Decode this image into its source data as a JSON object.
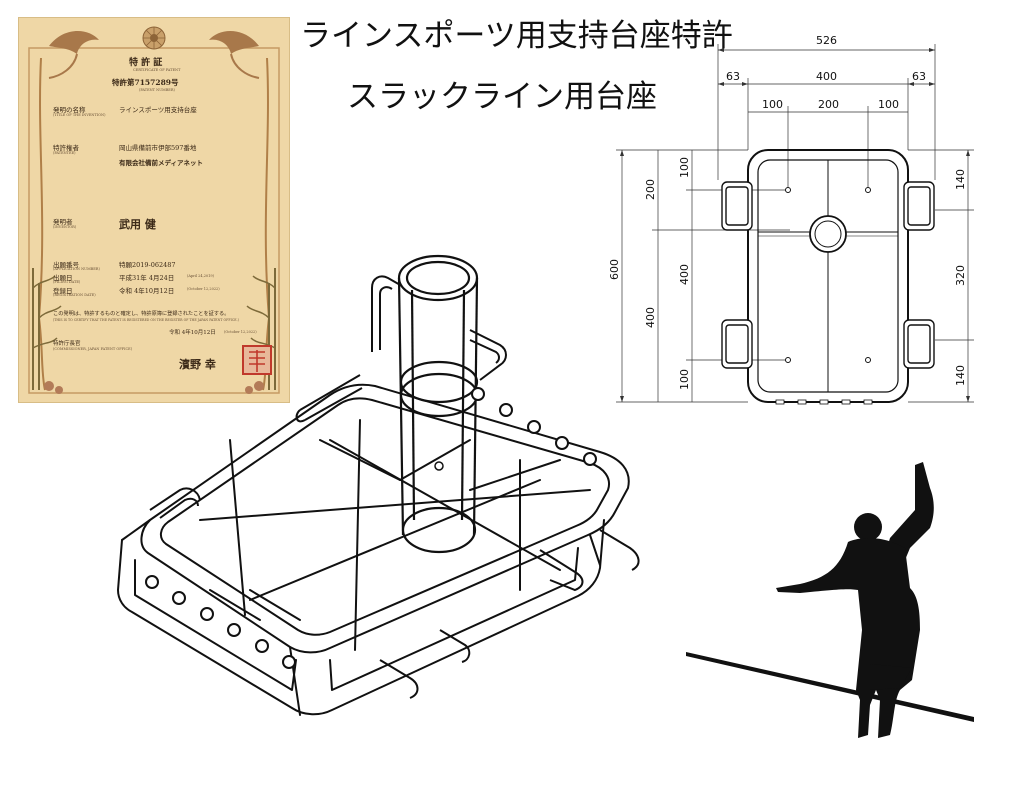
{
  "titles": {
    "line1": "ラインスポーツ用支持台座特許",
    "line2": "スラックライン用台座"
  },
  "certificate": {
    "heading": "特 許 証",
    "heading_en": "CERTIFICATE OF PATENT",
    "number": "特許第7157289号",
    "number_en": "(PATENT NUMBER)",
    "invention_label": "発明の名称",
    "invention_label_en": "(TITLE OF THE INVENTION)",
    "invention_value": "ラインスポーツ用支持台座",
    "holder_label": "特許権者",
    "holder_label_en": "(PATENTEE)",
    "holder_address": "岡山県備前市伊部597番地",
    "holder_name": "有限会社備前メディアネット",
    "inventor_label": "発明者",
    "inventor_label_en": "(INVENTOR)",
    "inventor_value": "武用 健",
    "app_no_label": "出願番号",
    "app_no_label_en": "(APPLICATION NUMBER)",
    "app_no_value": "特願2019-062487",
    "filing_label": "出願日",
    "filing_label_en": "(FILING DATE)",
    "filing_value": "平成31年 4月24日",
    "filing_value_en": "(April 24,2019)",
    "reg_label": "登録日",
    "reg_label_en": "(REGISTRATION DATE)",
    "reg_value": "令和 4年10月12日",
    "reg_value_en": "(October 12,2022)",
    "statement": "この発明は、特許するものと確定し、特許原簿に登録されたことを証する。",
    "statement_en": "(THIS IS TO CERTIFY THAT THE PATENT IS REGISTERED ON THE REGISTER OF THE JAPAN PATENT OFFICE.)",
    "date_bottom": "令和 4年10月12日",
    "date_bottom_en": "(October 12,2022)",
    "commissioner_label": "特許庁長官",
    "commissioner_label_en": "(COMMISSIONER, JAPAN PATENT OFFICE)",
    "commissioner_name": "濱野 幸"
  },
  "drawing": {
    "dims": {
      "total_width": "526",
      "left_margin": "63",
      "inner_width": "400",
      "right_margin": "63",
      "seg_left": "100",
      "seg_mid": "200",
      "seg_right": "100",
      "total_height": "600",
      "left_top": "200",
      "left_bottom": "400",
      "inner_top": "100",
      "inner_mid": "400",
      "inner_bottom": "100",
      "right_top": "140",
      "right_mid": "320",
      "right_bottom": "140"
    }
  }
}
